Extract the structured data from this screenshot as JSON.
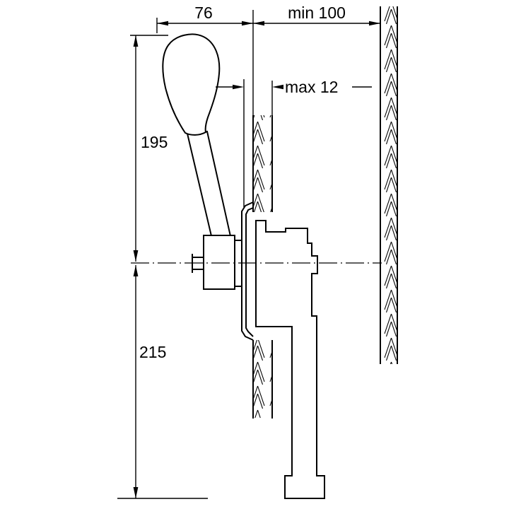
{
  "diagram": {
    "type": "technical-installation-drawing",
    "subject": "gear-shift-lever-mounting-cross-section",
    "labels": {
      "top_width": "76",
      "wall_clearance": "min 100",
      "panel_thickness": "max 12",
      "height_above_center": "195",
      "height_below_center": "215"
    },
    "colors": {
      "line": "#000000",
      "background": "#ffffff"
    }
  }
}
